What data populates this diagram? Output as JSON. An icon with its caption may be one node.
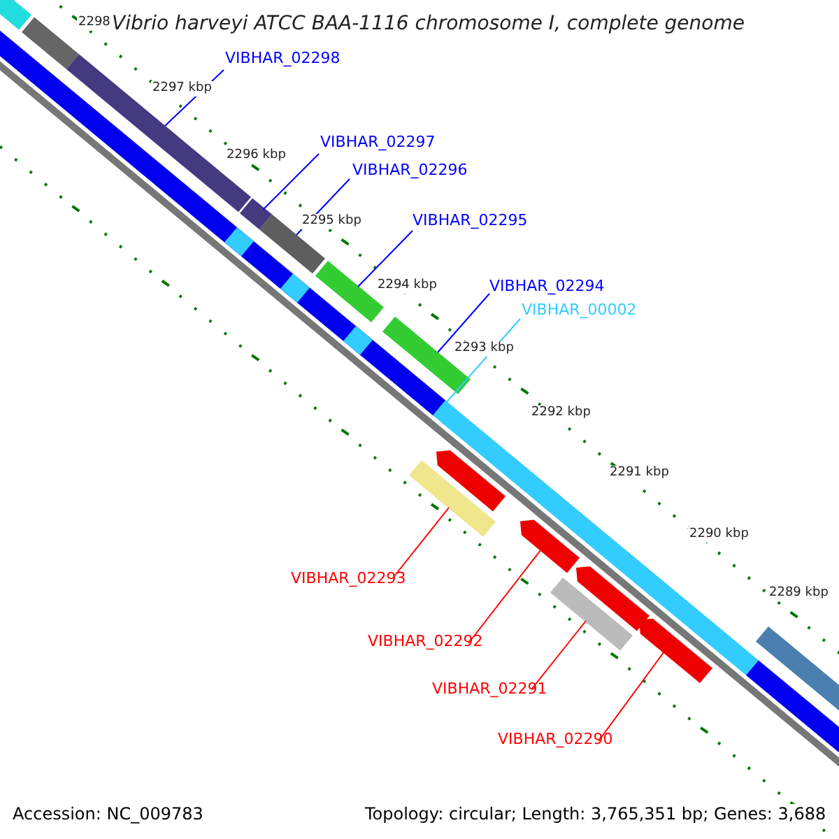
{
  "diagram": {
    "title": "Vibrio harveyi ATCC BAA-1116 chromosome I, complete genome",
    "nodes": [
      {
        "text": [
          "VIBHAR_02298"
        ]
      },
      {
        "text": [
          "VIBHAR_02297"
        ]
      },
      {
        "text": [
          "VIBHAR_02296"
        ]
      },
      {
        "text": [
          "VIBHAR_02295"
        ]
      },
      {
        "text": [
          "VIBHAR_02294"
        ]
      },
      {
        "text": [
          "VIBHAR_00002"
        ]
      },
      {
        "text": [
          "VIBHAR_02293"
        ]
      },
      {
        "text": [
          "VIBHAR_02292"
        ]
      },
      {
        "text": [
          "VIBHAR_02291"
        ]
      },
      {
        "text": [
          "VIBHAR_02290"
        ]
      },
      {
        "text": [],
        "shape": "bar"
      },
      {
        "text": [],
        "shape": "bar"
      },
      {
        "text": [],
        "shape": "bar"
      },
      {
        "text": [],
        "shape": "bar"
      },
      {
        "text": [],
        "shape": "bar"
      },
      {
        "text": [],
        "shape": "bar"
      },
      {
        "text": [],
        "shape": "bar"
      },
      {
        "text": [],
        "shape": "bar"
      },
      {
        "text": [],
        "shape": "bar"
      },
      {
        "text": [],
        "shape": "bar"
      }
    ],
    "edges": [
      {
        "from": 0,
        "to": 10,
        "arrow": "none"
      },
      {
        "from": 1,
        "to": 11,
        "arrow": "none"
      },
      {
        "from": 2,
        "to": 12,
        "arrow": "none"
      },
      {
        "from": 3,
        "to": 13,
        "arrow": "none"
      },
      {
        "from": 4,
        "to": 14,
        "arrow": "none"
      },
      {
        "from": 5,
        "to": 15,
        "arrow": "none",
        "color": "#33ccff"
      },
      {
        "from": 6,
        "to": 16,
        "arrow": "none",
        "color": "#ff0000"
      },
      {
        "from": 7,
        "to": 17,
        "arrow": "none",
        "color": "#ff0000"
      },
      {
        "from": 8,
        "to": 18,
        "arrow": "none",
        "color": "#ff0000"
      },
      {
        "from": 9,
        "to": 19,
        "arrow": "none",
        "color": "#ff0000"
      }
    ],
    "labels": [
      "2298",
      "2297 kbp",
      "2296 kbp",
      "2295 kbp",
      "2294 kbp",
      "2293 kbp",
      "2292 kbp",
      "2291 kbp",
      "2290 kbp",
      "2289 kbp",
      "Accession: NC_009783",
      "Topology: circular; Length: 3,765,351 bp; Genes: 3,688"
    ]
  }
}
